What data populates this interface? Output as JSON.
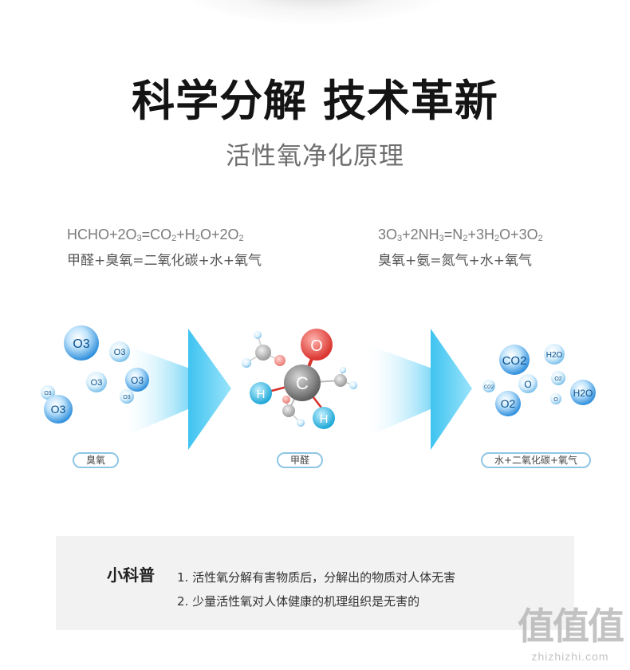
{
  "header": {
    "headline": "科学分解 技术革新",
    "subtitle": "活性氧净化原理"
  },
  "reactions": {
    "left": {
      "equation_parts": [
        "HCHO+2O",
        "3",
        "=CO",
        "2",
        "+H",
        "2",
        "O+2O",
        "2"
      ],
      "description": "甲醛+臭氧=二氧化碳+水+氧气"
    },
    "right": {
      "equation_parts": [
        "3O",
        "3",
        "+2NH",
        "3",
        "=N",
        "2",
        "+3H",
        "2",
        "O+3O",
        "2"
      ],
      "description": "臭氧+氨=氮气+水+氧气"
    }
  },
  "diagram": {
    "ozone_label": "O3",
    "carbon_label": "C",
    "hydrogen_label": "H",
    "oxygen_label": "O",
    "products": {
      "co2": "CO2",
      "h2o": "H2O",
      "o2": "O2",
      "o": "O"
    },
    "captions": {
      "ozone": "臭氧",
      "formaldehyde": "甲醛",
      "products": "水+二氧化碳+氧气"
    },
    "colors": {
      "bubble_blue": "#3a9be0",
      "arrow_cyan": "#5fd0f5",
      "oxygen_red": "#e8413b",
      "carbon_gray": "#7a7a7a",
      "hydrogen_cyan": "#35b7dd"
    }
  },
  "tips": {
    "title": "小科普",
    "items": [
      "1. 活性氧分解有害物质后，分解出的物质对人体无害",
      "2. 少量活性氧对人体健康的机理组织是无害的"
    ]
  },
  "watermark": {
    "logo": "值值值",
    "url": "zhizhizhi.com"
  }
}
